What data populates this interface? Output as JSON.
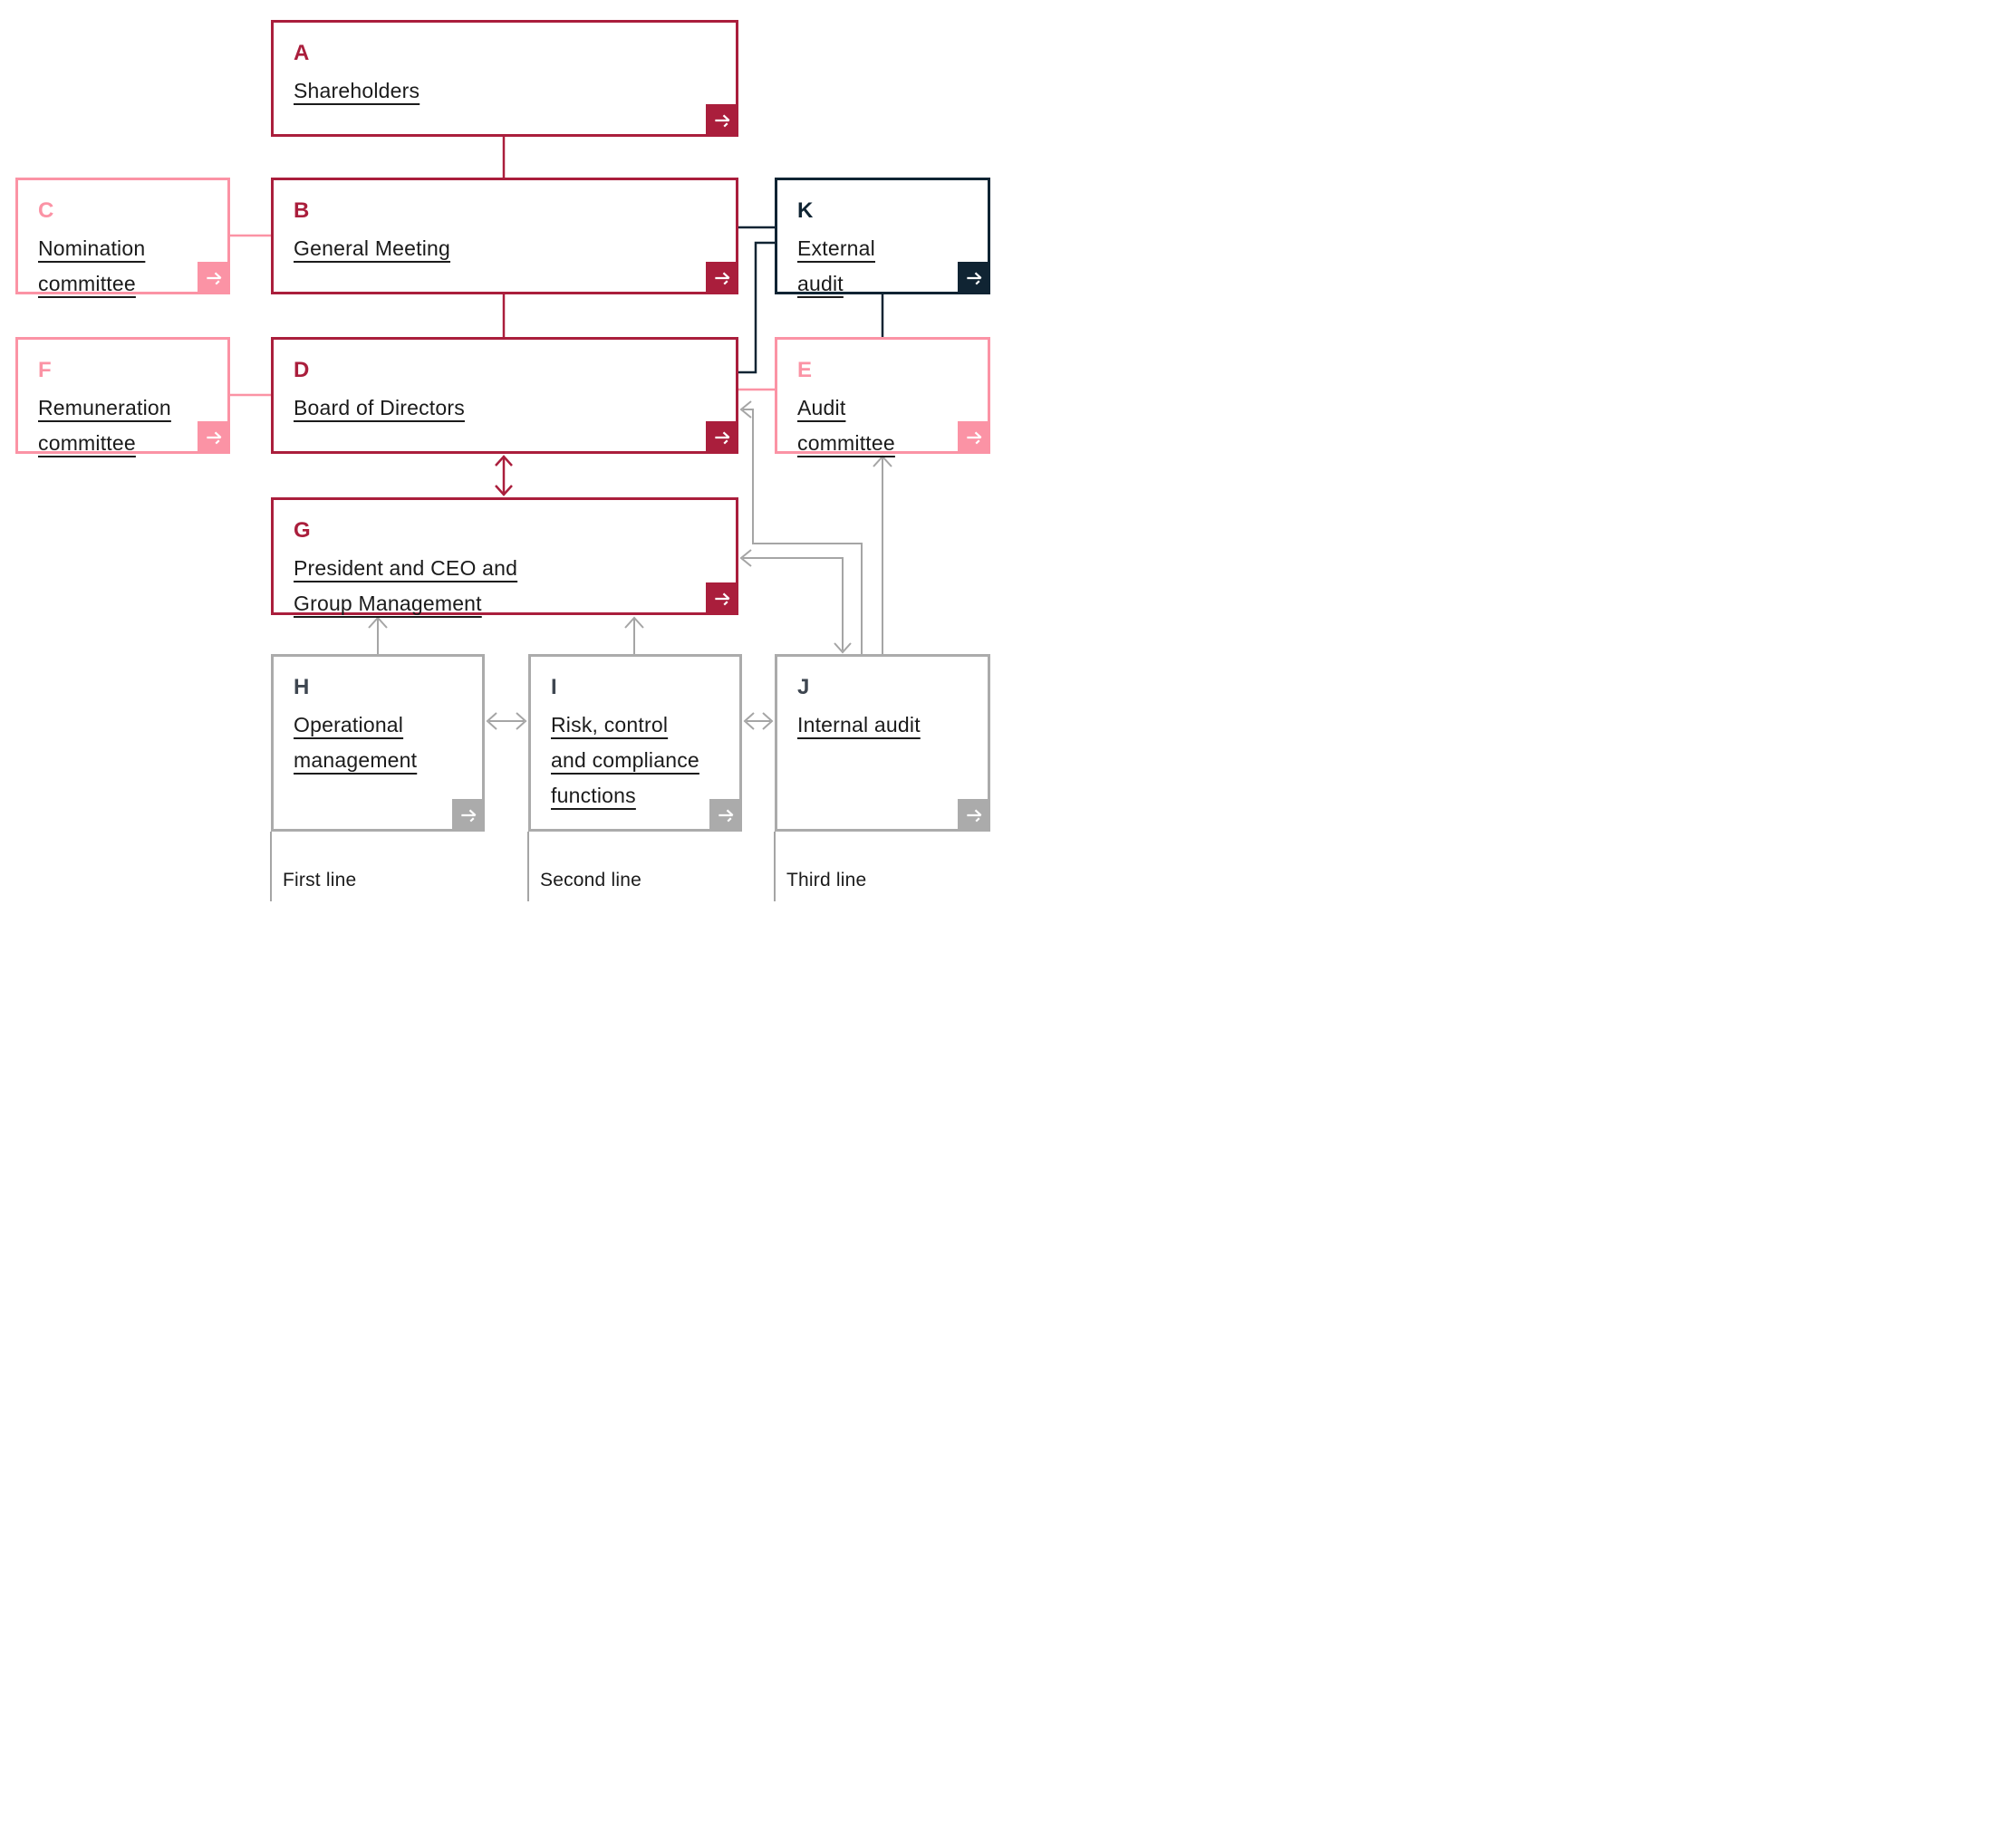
{
  "palette": {
    "crimson": "#AA1E3C",
    "pink": "#FB93A5",
    "navy": "#102433",
    "gray_line": "#A5A5A5",
    "gray_border": "#ABABAB",
    "slate_letter": "#3E4650",
    "text": "#1B1B1B",
    "arrow_glyph": "#FFFFFF"
  },
  "boxes": [
    {
      "letter": "A",
      "title": "Shareholders",
      "color": "crimson"
    },
    {
      "letter": "B",
      "title": "General Meeting",
      "color": "crimson"
    },
    {
      "letter": "C",
      "title": "Nomination\ncommittee",
      "color": "pink"
    },
    {
      "letter": "K",
      "title": "External\naudit",
      "color": "navy"
    },
    {
      "letter": "D",
      "title": "Board of Directors",
      "color": "crimson"
    },
    {
      "letter": "F",
      "title": "Remuneration\ncommittee",
      "color": "pink"
    },
    {
      "letter": "E",
      "title": "Audit\ncommittee",
      "color": "pink"
    },
    {
      "letter": "G",
      "title": "President and CEO and\nGroup Management",
      "color": "crimson"
    },
    {
      "letter": "H",
      "title": "Operational\nmanagement",
      "color": "gray"
    },
    {
      "letter": "I",
      "title": "Risk, control\nand compliance\nfunctions",
      "color": "gray"
    },
    {
      "letter": "J",
      "title": "Internal audit",
      "color": "gray"
    }
  ],
  "connections": [
    {
      "from": "A",
      "to": "B",
      "style": "red-line"
    },
    {
      "from": "B",
      "to": "D",
      "style": "red-line"
    },
    {
      "from": "C",
      "to": "B",
      "style": "pink-line"
    },
    {
      "from": "F",
      "to": "D",
      "style": "pink-line"
    },
    {
      "from": "D",
      "to": "E",
      "style": "pink-line"
    },
    {
      "from": "B",
      "to": "K",
      "style": "navy-line"
    },
    {
      "from": "K",
      "to": "D",
      "style": "navy-elbow"
    },
    {
      "from": "K",
      "to": "E",
      "style": "navy-line"
    },
    {
      "from": "D",
      "to": "G",
      "style": "red-double-arrow"
    },
    {
      "from": "H",
      "to": "G",
      "style": "gray-arrow-up"
    },
    {
      "from": "I",
      "to": "G",
      "style": "gray-arrow-up"
    },
    {
      "from": "J",
      "to": "E",
      "style": "gray-arrow-up"
    },
    {
      "from": "J",
      "to": "D",
      "style": "gray-elbow-arrow"
    },
    {
      "from": "G",
      "to": "J",
      "style": "gray-double-elbow-arrow"
    },
    {
      "from": "H",
      "to": "I",
      "style": "gray-double-arrow"
    },
    {
      "from": "I",
      "to": "J",
      "style": "gray-double-arrow"
    }
  ],
  "footnotes": [
    {
      "label": "First line"
    },
    {
      "label": "Second line"
    },
    {
      "label": "Third line"
    }
  ]
}
